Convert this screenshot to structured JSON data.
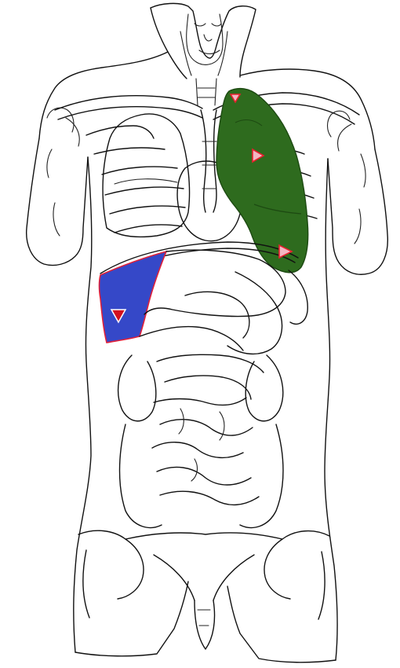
{
  "figure": {
    "subject": "front-view-torso-anatomy",
    "regions": [
      {
        "id": "left-lung",
        "highlight_color": "#2e6b1e",
        "outline_color": "#1d4a12"
      },
      {
        "id": "liver-right-lobe",
        "highlight_color": "#3548c8",
        "outline_color": "#e0203a"
      }
    ],
    "markers": [
      {
        "id": "marker-lung-apex",
        "shape": "triangle-down",
        "fill": "#f3b6c2",
        "stroke": "#e8202e"
      },
      {
        "id": "marker-lung-upper",
        "shape": "triangle-right",
        "fill": "#f3b6c2",
        "stroke": "#e8202e"
      },
      {
        "id": "marker-lung-lower",
        "shape": "triangle-right",
        "fill": "#f3b6c2",
        "stroke": "#e8202e"
      },
      {
        "id": "marker-liver",
        "shape": "triangle-down",
        "fill": "#d4101e",
        "stroke": "#ffffff"
      }
    ],
    "line_color": "#111111",
    "background": "#ffffff"
  }
}
